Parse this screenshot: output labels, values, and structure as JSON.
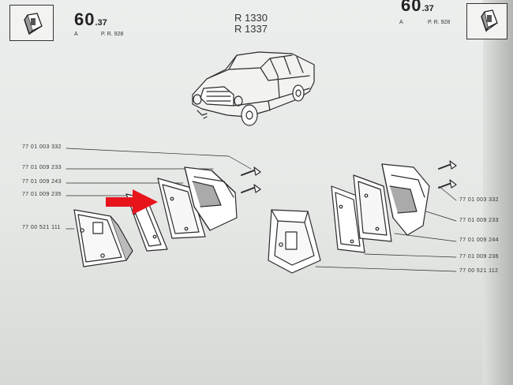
{
  "header": {
    "left": {
      "page_big": "60",
      "page_small": ".37",
      "letter": "A",
      "ref": "P. R.  928"
    },
    "right": {
      "page_big": "60",
      "page_small": ".37",
      "letter": "A",
      "ref": "P. R.  928"
    },
    "models": [
      "R 1330",
      "R 1337"
    ]
  },
  "left_parts": [
    "77 01 003 332",
    "77 01 009 233",
    "77 01 009 243",
    "77 01 009 235",
    "77 00 521 111"
  ],
  "right_parts": [
    "77 01 003 332",
    "77 01 009 233",
    "77 01 009 244",
    "77 01 009 236",
    "77 00 521 112"
  ],
  "colors": {
    "arrow": "#e8141c",
    "ink": "#2b2b2b",
    "paper": "#e9ebea"
  },
  "icons": {
    "lamp": "tail-lamp-icon",
    "arrow": "red-arrow-icon"
  }
}
